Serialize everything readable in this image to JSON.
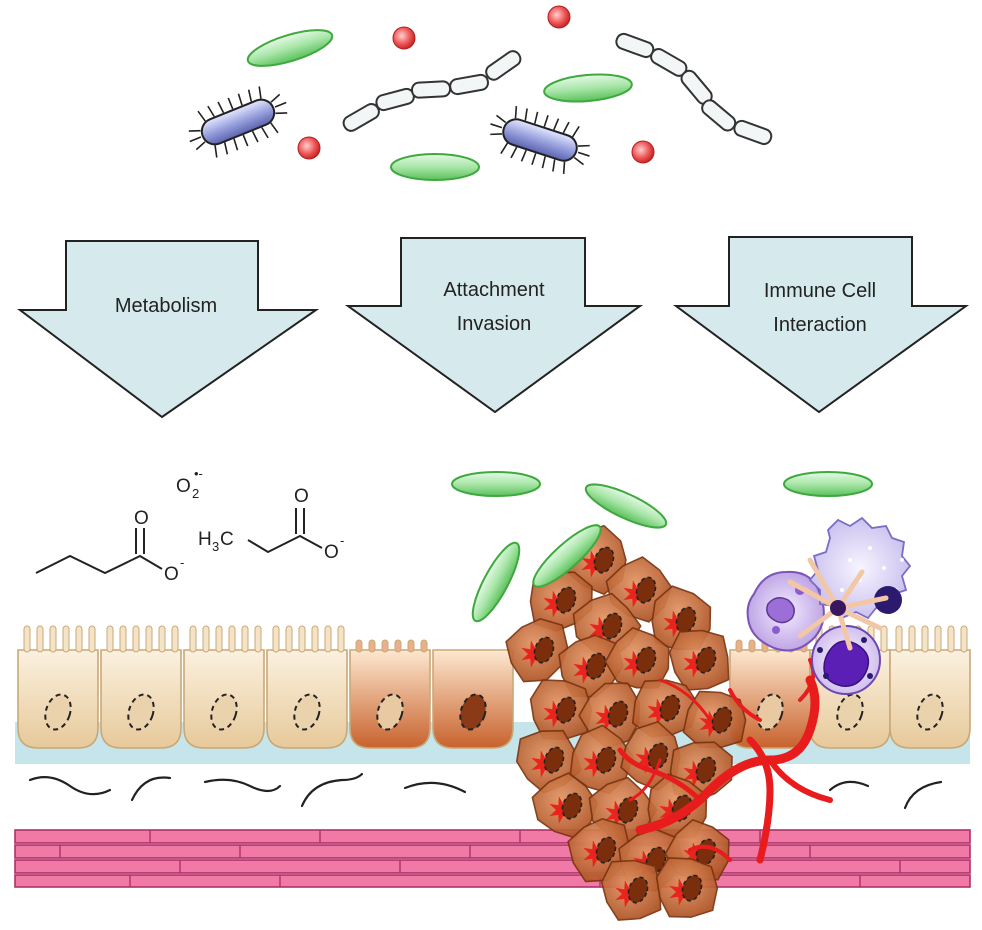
{
  "arrows": [
    {
      "lines": [
        "Metabolism"
      ]
    },
    {
      "lines": [
        "Attachment",
        "Invasion"
      ]
    },
    {
      "lines": [
        "Immune Cell",
        "Interaction"
      ]
    }
  ],
  "chemistry": {
    "superoxide": {
      "main": "O",
      "sub": "2",
      "sup": "•-"
    },
    "butyrate": {
      "o_top": "O",
      "o_minus": "O",
      "charge": "-"
    },
    "propionate": {
      "h3c_prefix": "H",
      "h3c_sub": "3",
      "h3c_suffix": "C",
      "o_top": "O",
      "o_minus": "O",
      "charge": "-"
    }
  },
  "colors": {
    "arrow_fill": "#d6eaee",
    "arrow_stroke": "#222222",
    "green_microbe": "#7fd47f",
    "red_particle": "#e8474a",
    "rod_bacterium": "#8e96d6",
    "epithelial_cell": "#f1dcbc",
    "tumor_cell": "#c8622d",
    "blood_vessel": "#e81c1c",
    "muscle_fiber": "#f07aa5",
    "basement_membrane": "#bfe3ea"
  },
  "icons": {
    "microbes": [
      "green-ellipse-bacterium-icon",
      "red-particle-icon",
      "flagellated-rod-bacterium-icon",
      "chain-bacteria-icon"
    ],
    "tissue": [
      "epithelial-cell-icon",
      "tumor-cell-icon",
      "blood-vessel-icon",
      "muscle-fiber-icon"
    ],
    "immune": [
      "macrophage-icon",
      "dendritic-cell-icon",
      "neutrophil-icon",
      "mast-cell-icon"
    ]
  }
}
